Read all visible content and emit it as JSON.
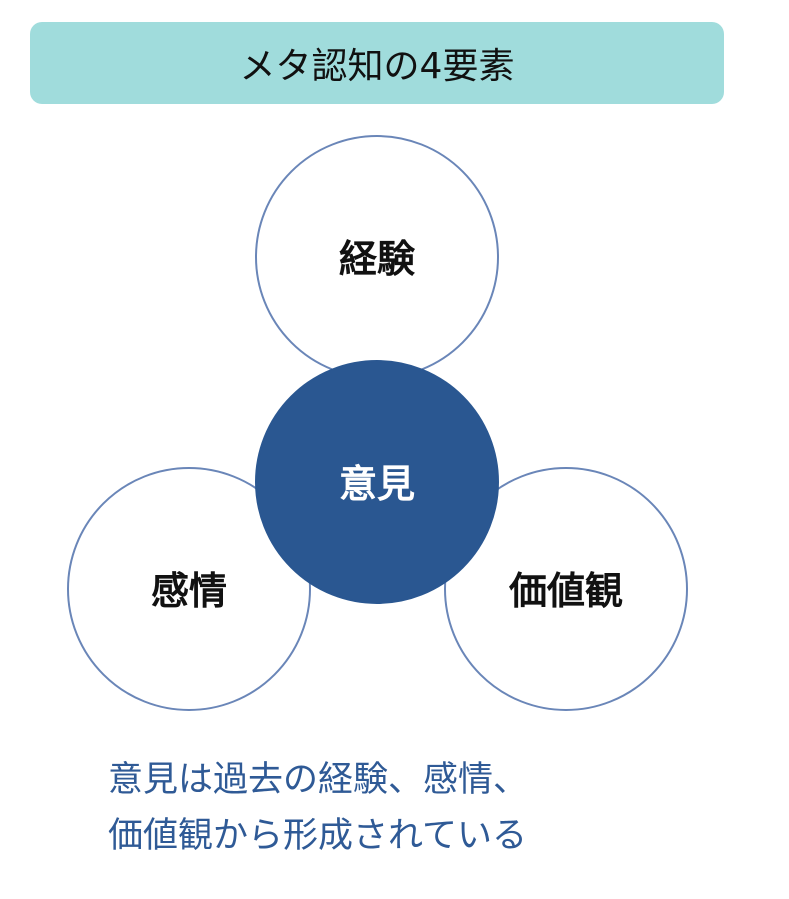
{
  "title": "メタ認知の4要素",
  "circles": {
    "top": "経験",
    "center": "意見",
    "left": "感情",
    "right": "価値観"
  },
  "caption": {
    "line1": "意見は過去の経験、感情、",
    "line2": "価値観から形成されている"
  },
  "colors": {
    "title_bg": "#a0dcdc",
    "circle_stroke": "#6a86b8",
    "center_fill": "#2a5791",
    "caption_text": "#2f5a96"
  }
}
